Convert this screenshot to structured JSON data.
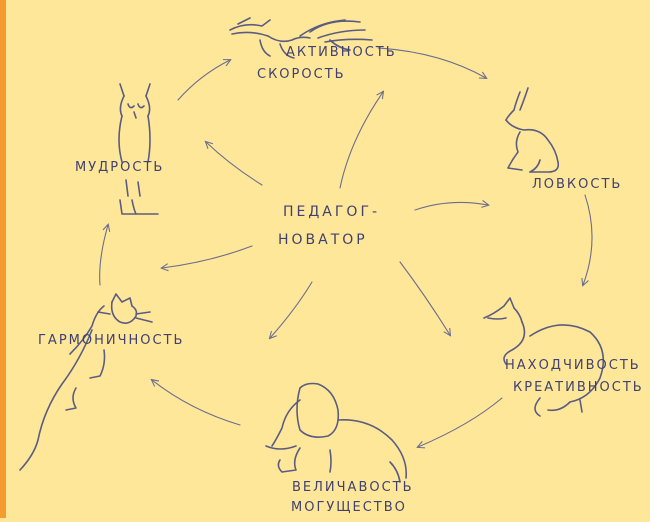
{
  "colors": {
    "background": "#ffe79a",
    "left_edge": "#f59a2f",
    "ink": "#3f4170"
  },
  "center": {
    "line1": "ПЕДАГОГ-",
    "line2": "НОВАТОР"
  },
  "nodes": [
    {
      "id": "activity",
      "icon": "bird-icon",
      "lines": [
        "АКТИВНОСТЬ",
        "СКОРОСТЬ"
      ]
    },
    {
      "id": "agility",
      "icon": "hare-icon",
      "lines": [
        "ЛОВКОСТЬ"
      ]
    },
    {
      "id": "resourcefulness",
      "icon": "fox-icon",
      "lines": [
        "НАХОДЧИВОСТЬ",
        "КРЕАТИВНОСТЬ"
      ]
    },
    {
      "id": "grandeur",
      "icon": "elephant-icon",
      "lines": [
        "ВЕЛИЧАВОСТЬ",
        "МОГУЩЕСТВО"
      ]
    },
    {
      "id": "harmony",
      "icon": "cat-icon",
      "lines": [
        "ГАРМОНИЧНОСТЬ"
      ]
    },
    {
      "id": "wisdom",
      "icon": "owl-icon",
      "lines": [
        "МУДРОСТЬ"
      ]
    }
  ]
}
